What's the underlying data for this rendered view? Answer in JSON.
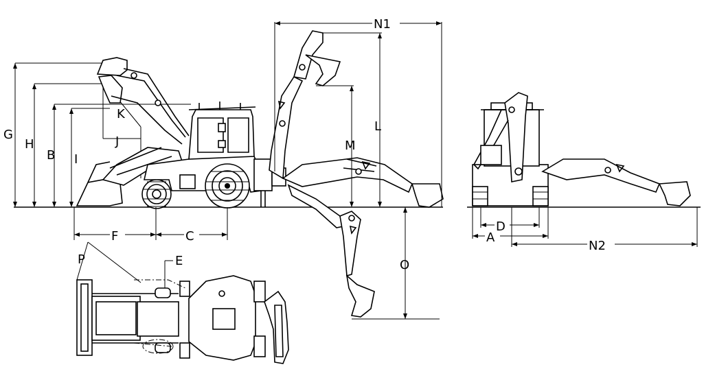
{
  "labels": {
    "G": "G",
    "H": "H",
    "B": "B",
    "I": "I",
    "K": "K",
    "J": "J",
    "F": "F",
    "C": "C",
    "P": "P",
    "E": "E",
    "N1": "N1",
    "L": "L",
    "M": "M",
    "O": "O",
    "D": "D",
    "A": "A",
    "N2": "N2"
  }
}
